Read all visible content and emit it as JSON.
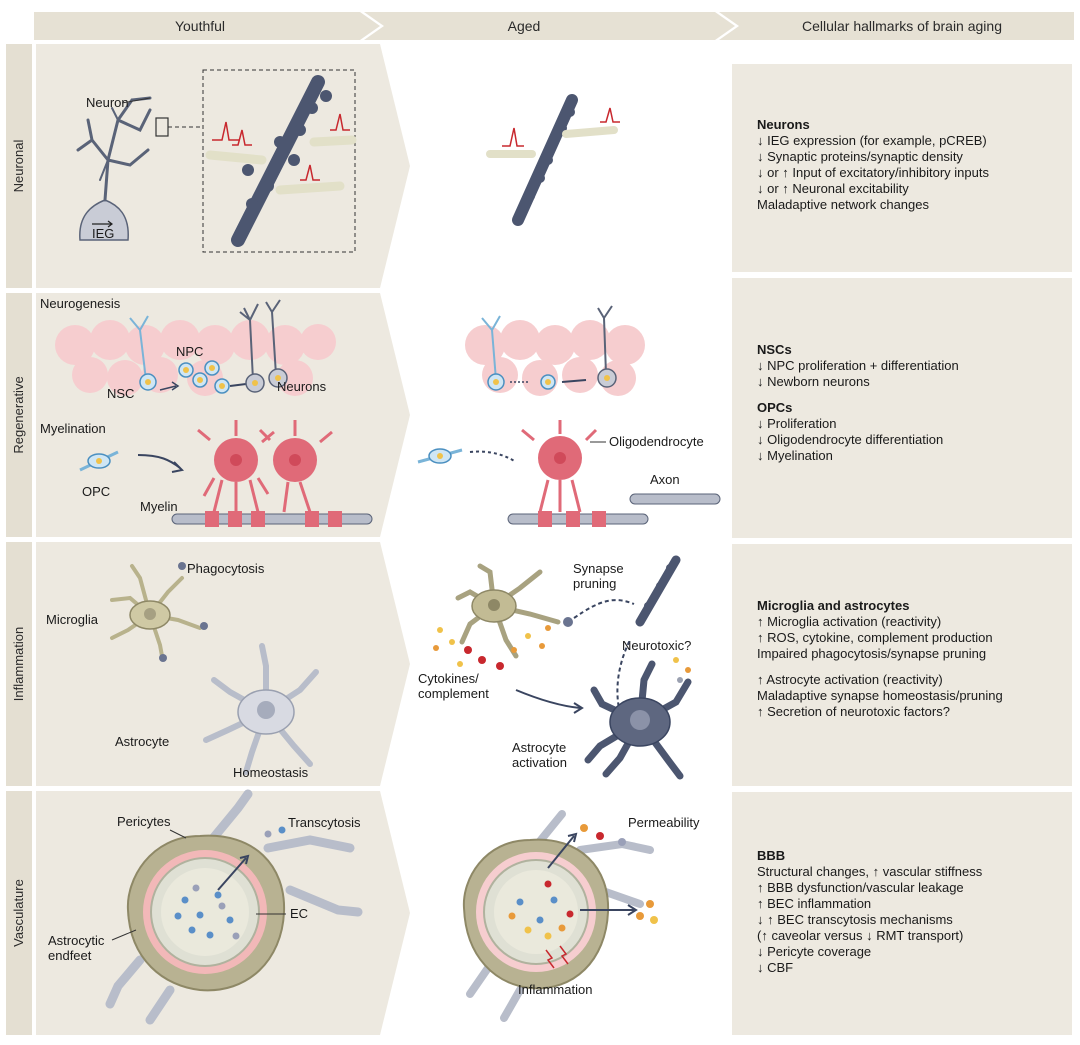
{
  "columns": {
    "youthful": "Youthful",
    "aged": "Aged",
    "hallmarks": "Cellular hallmarks of brain aging"
  },
  "rows": {
    "neuronal": "Neuronal",
    "regenerative": "Regenerative",
    "inflammation": "Inflammation",
    "vasculature": "Vasculature"
  },
  "labels": {
    "neuron": "Neuron",
    "ieg": "IEG",
    "neurogenesis": "Neurogenesis",
    "npc": "NPC",
    "nsc": "NSC",
    "neurons": "Neurons",
    "myelination": "Myelination",
    "opc": "OPC",
    "myelin": "Myelin",
    "oligodendrocyte": "Oligodendrocyte",
    "axon": "Axon",
    "phagocytosis": "Phagocytosis",
    "microglia": "Microglia",
    "astrocyte": "Astrocyte",
    "homeostasis": "Homeostasis",
    "synapse_pruning_1": "Synapse",
    "synapse_pruning_2": "pruning",
    "neurotoxic": "Neurotoxic?",
    "cytokines_1": "Cytokines/",
    "cytokines_2": "complement",
    "astro_activation_1": "Astrocyte",
    "astro_activation_2": "activation",
    "pericytes": "Pericytes",
    "transcytosis": "Transcytosis",
    "ec": "EC",
    "endfeet_1": "Astrocytic",
    "endfeet_2": "endfeet",
    "permeability": "Permeability",
    "inflammation_lbl": "Inflammation"
  },
  "hallmarks": {
    "neuronal": {
      "title": "Neurons",
      "lines": [
        "↓ IEG expression (for example, pCREB)",
        "↓ Synaptic proteins/synaptic density",
        "↓ or ↑ Input of excitatory/inhibitory inputs",
        "↓ or ↑ Neuronal excitability",
        " Maladaptive network changes"
      ]
    },
    "regen_nsc": {
      "title": "NSCs",
      "lines": [
        "↓ NPC proliferation + differentiation",
        "↓ Newborn neurons"
      ]
    },
    "regen_opc": {
      "title": "OPCs",
      "lines": [
        "↓ Proliferation",
        "↓ Oligodendrocyte differentiation",
        "↓ Myelination"
      ]
    },
    "inflammation": {
      "title": "Microglia and astrocytes",
      "lines_a": [
        "↑ Microglia activation (reactivity)",
        "↑ ROS, cytokine, complement production",
        " Impaired phagocytosis/synapse pruning"
      ],
      "lines_b": [
        "↑ Astrocyte activation (reactivity)",
        " Maladaptive synapse homeostasis/pruning",
        "↑ Secretion of neurotoxic factors?"
      ]
    },
    "vasculature": {
      "title": "BBB",
      "lines": [
        "Structural changes, ↑ vascular stiffness",
        "↑ BBB dysfunction/vascular leakage",
        "↑ BEC inflammation",
        "↓ ↑ BEC transcytosis mechanisms",
        "   (↑ caveolar versus ↓ RMT transport)",
        "↓ Pericyte coverage",
        "↓ CBF"
      ]
    }
  },
  "colors": {
    "panel": "#ede9e0",
    "header": "#e6e1d4",
    "rowtab": "#e4dfd2",
    "dendrite": "#4c5670",
    "axon_input": "#e2e0c8",
    "spike": "#c8282e",
    "oligo": "#e06a78",
    "microglia": "#b8b28c",
    "astrocyte": "#6a7490",
    "pericyte": "#9c9a80",
    "vessel_ring": "#f2b8b8"
  }
}
